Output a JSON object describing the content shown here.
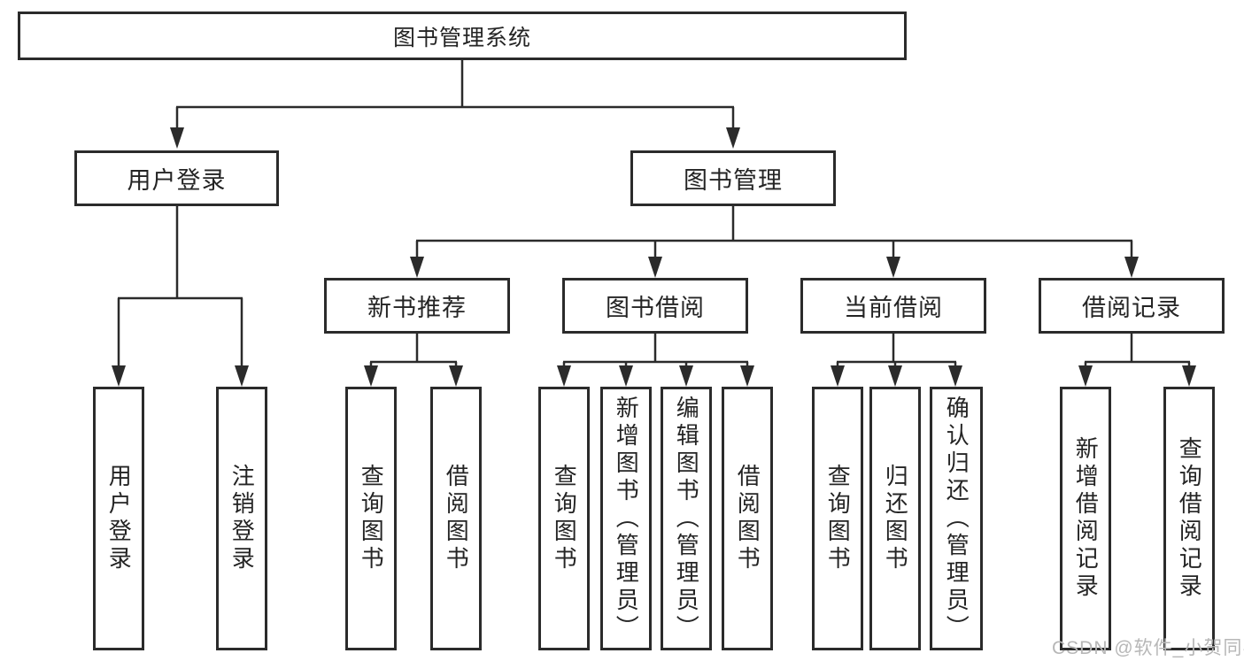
{
  "diagram": {
    "root": {
      "label": "图书管理系统"
    },
    "branches": [
      {
        "label": "用户登录",
        "leaves": [
          "用户登录",
          "注销登录"
        ]
      },
      {
        "label": "图书管理",
        "sections": [
          {
            "label": "新书推荐",
            "leaves": [
              "查询图书",
              "借阅图书"
            ]
          },
          {
            "label": "图书借阅",
            "leaves": [
              "查询图书",
              "新增图书（管理员）",
              "编辑图书（管理员）",
              "借阅图书"
            ]
          },
          {
            "label": "当前借阅",
            "leaves": [
              "查询图书",
              "归还图书",
              "确认归还（管理员）"
            ]
          },
          {
            "label": "借阅记录",
            "leaves": [
              "新增借阅记录",
              "查询借阅记录"
            ]
          }
        ]
      }
    ]
  },
  "watermark": {
    "text": "CSDN @软件_小贺同学"
  },
  "colors": {
    "line": "#2b2b2b",
    "text": "#242424",
    "watermark": "#b7b7b7",
    "background": "#ffffff"
  }
}
